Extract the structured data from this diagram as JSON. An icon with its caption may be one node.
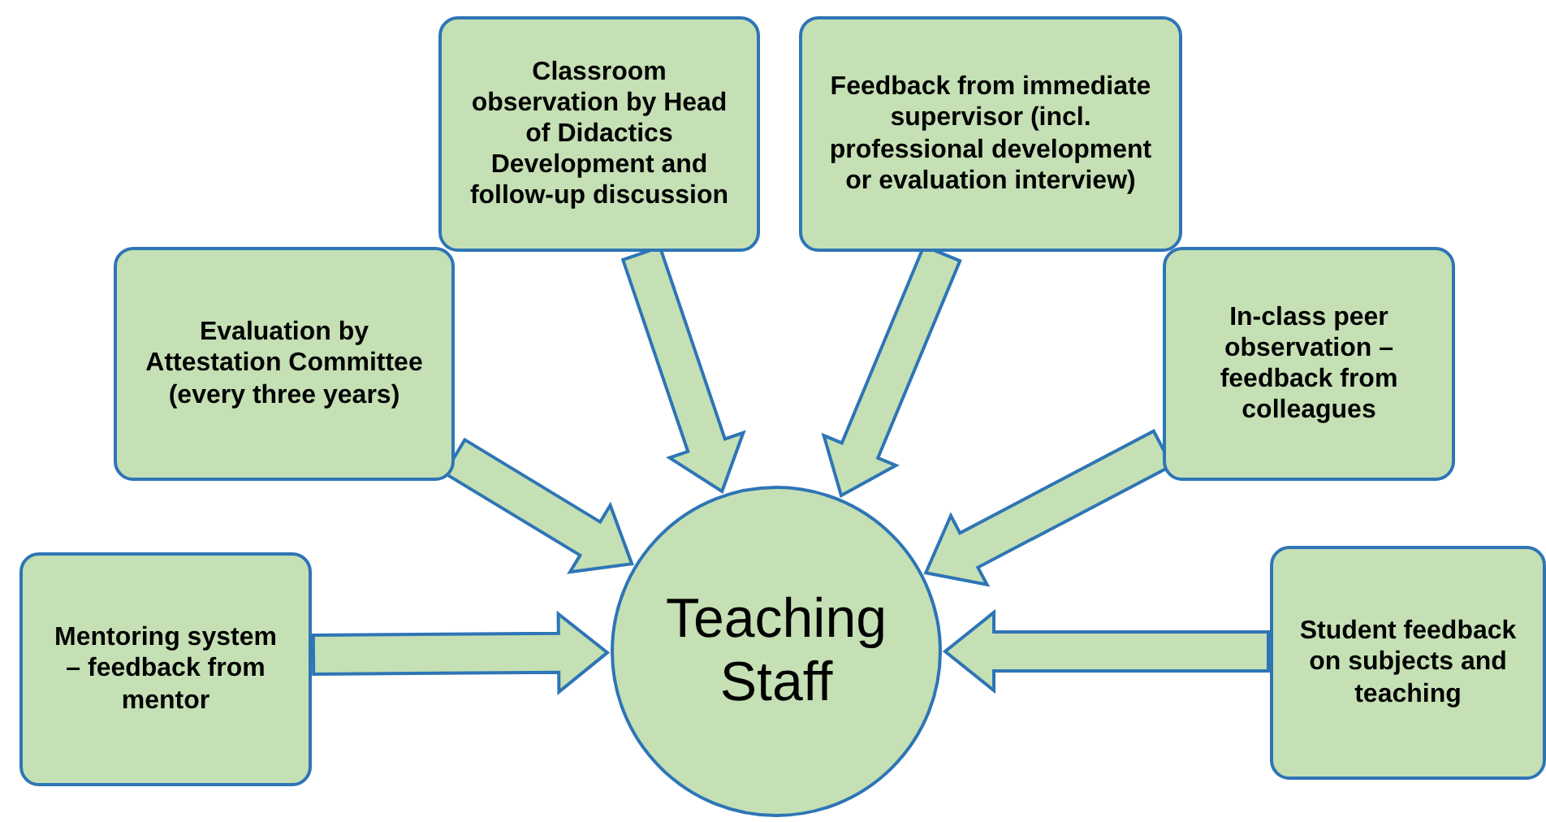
{
  "diagram": {
    "nodes": [
      {
        "text": [
          "Classroom observation by Head of Didactics Development and follow-up discussion"
        ]
      },
      {
        "text": [
          "Feedback from immediate supervisor (incl. professional development or evaluation interview)"
        ]
      },
      {
        "text": [
          "Evaluation by Attestation Committee (every three years)"
        ]
      },
      {
        "text": [
          "In-class peer observation – feedback from colleagues"
        ]
      },
      {
        "text": [
          "Mentoring system – feedback from mentor"
        ]
      },
      {
        "text": [
          "Student feedback on subjects and teaching"
        ]
      },
      {
        "text": [
          "Teaching Staff"
        ]
      }
    ],
    "edges": [
      {
        "from": 0,
        "to": 6,
        "arrow": "to"
      },
      {
        "from": 1,
        "to": 6,
        "arrow": "to"
      },
      {
        "from": 2,
        "to": 6,
        "arrow": "to"
      },
      {
        "from": 3,
        "to": 6,
        "arrow": "to"
      },
      {
        "from": 4,
        "to": 6,
        "arrow": "to"
      },
      {
        "from": 5,
        "to": 6,
        "arrow": "to"
      }
    ]
  }
}
